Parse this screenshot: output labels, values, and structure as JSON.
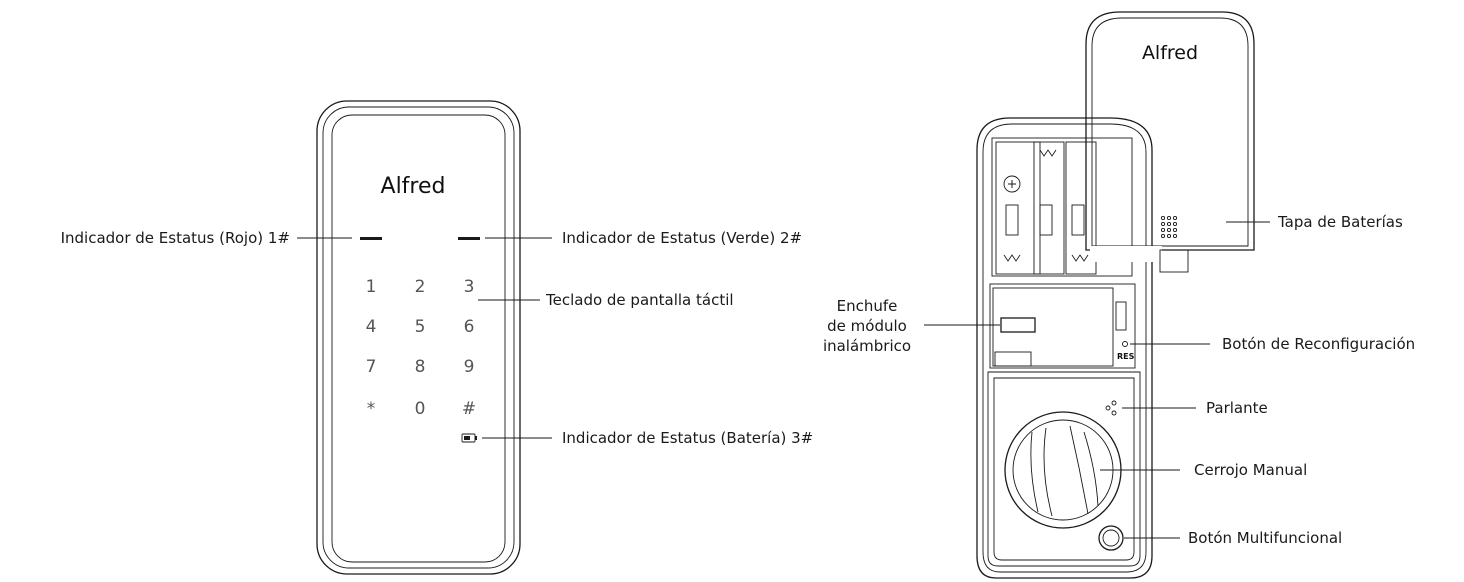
{
  "front": {
    "brand": "Alfred",
    "keys": [
      "1",
      "2",
      "3",
      "4",
      "5",
      "6",
      "7",
      "8",
      "9",
      "*",
      "0",
      "#"
    ]
  },
  "back": {
    "brand": "Alfred",
    "reset_text": "RES"
  },
  "labels": {
    "status_red": "Indicador de Estatus (Rojo) 1#",
    "status_green": "Indicador de Estatus (Verde) 2#",
    "touch_keypad": "Teclado de pantalla táctil",
    "status_battery": "Indicador de Estatus (Batería) 3#",
    "wireless_socket_line1": "Enchufe",
    "wireless_socket_line2": "de módulo",
    "wireless_socket_line3": "inalámbrico",
    "battery_cover": "Tapa de Baterías",
    "reset_button": "Botón de Reconfiguración",
    "speaker": "Parlante",
    "manual_thumbturn": "Cerrojo Manual",
    "multifunction_button": "Botón Multifuncional"
  }
}
